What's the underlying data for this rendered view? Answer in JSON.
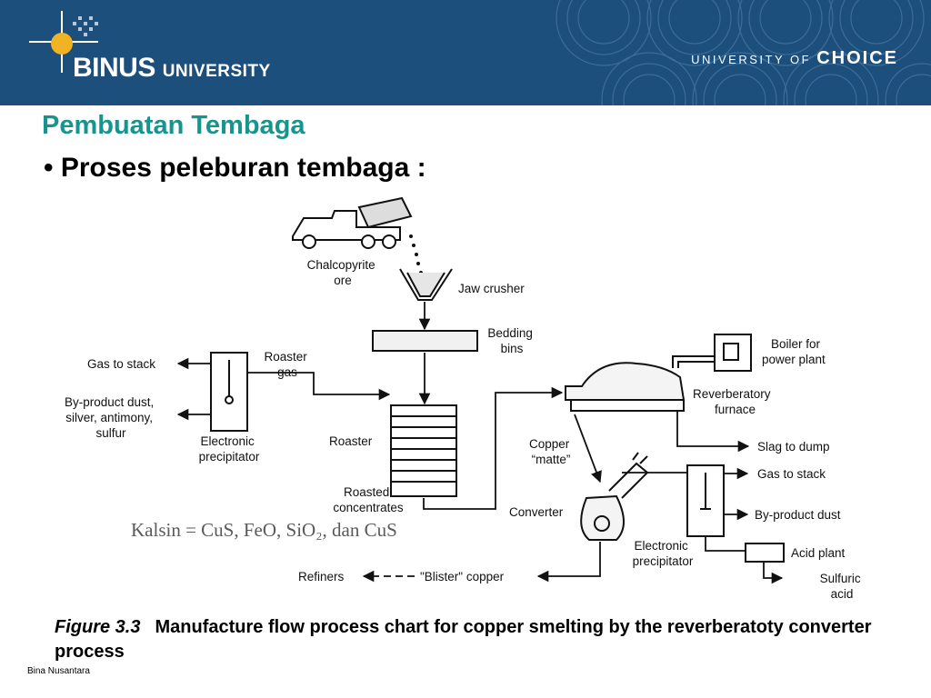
{
  "header": {
    "brand_main": "BINUS",
    "brand_sub": "UNIVERSITY",
    "tagline_prefix": "UNIVERSITY OF",
    "tagline_emphasis": "CHOICE",
    "header_color": "#1c4f7c"
  },
  "slide": {
    "title": "Pembuatan Tembaga",
    "bullet": "• Proses peleburan tembaga :",
    "note": "Kalsin = CuS, FeO, SiO₂, dan CuS",
    "caption_figure": "Figure 3.3",
    "caption_text": "Manufacture flow process chart for copper smelting by the reverberatoty converter process",
    "footer": "Bina Nusantara"
  },
  "diagram": {
    "chalcopyrite": [
      "Chalcopyrite",
      "ore"
    ],
    "jaw_crusher": "Jaw crusher",
    "bedding_bins": [
      "Bedding",
      "bins"
    ],
    "roaster_gas": [
      "Roaster",
      "gas"
    ],
    "gas_to_stack_left": "Gas to stack",
    "byproduct_left": [
      "By-product dust,",
      "silver, antimony,",
      "sulfur"
    ],
    "electronic_precipitator_left": [
      "Electronic",
      "precipitator"
    ],
    "roaster": "Roaster",
    "roasted_concentrates": [
      "Roasted",
      "concentrates"
    ],
    "boiler": [
      "Boiler for",
      "power plant"
    ],
    "reverberatory": [
      "Reverberatory",
      "furnace"
    ],
    "slag": "Slag to dump",
    "copper_matte": [
      "Copper",
      "“matte”"
    ],
    "converter": "Converter",
    "gas_to_stack_right": "Gas to stack",
    "byproduct_right": "By-product dust",
    "electronic_precipitator_right": [
      "Electronic",
      "precipitator"
    ],
    "acid_plant": "Acid plant",
    "sulfuric_acid": [
      "Sulfuric",
      "acid"
    ],
    "refiners": "Refiners",
    "blister_copper": "\"Blister\" copper"
  }
}
